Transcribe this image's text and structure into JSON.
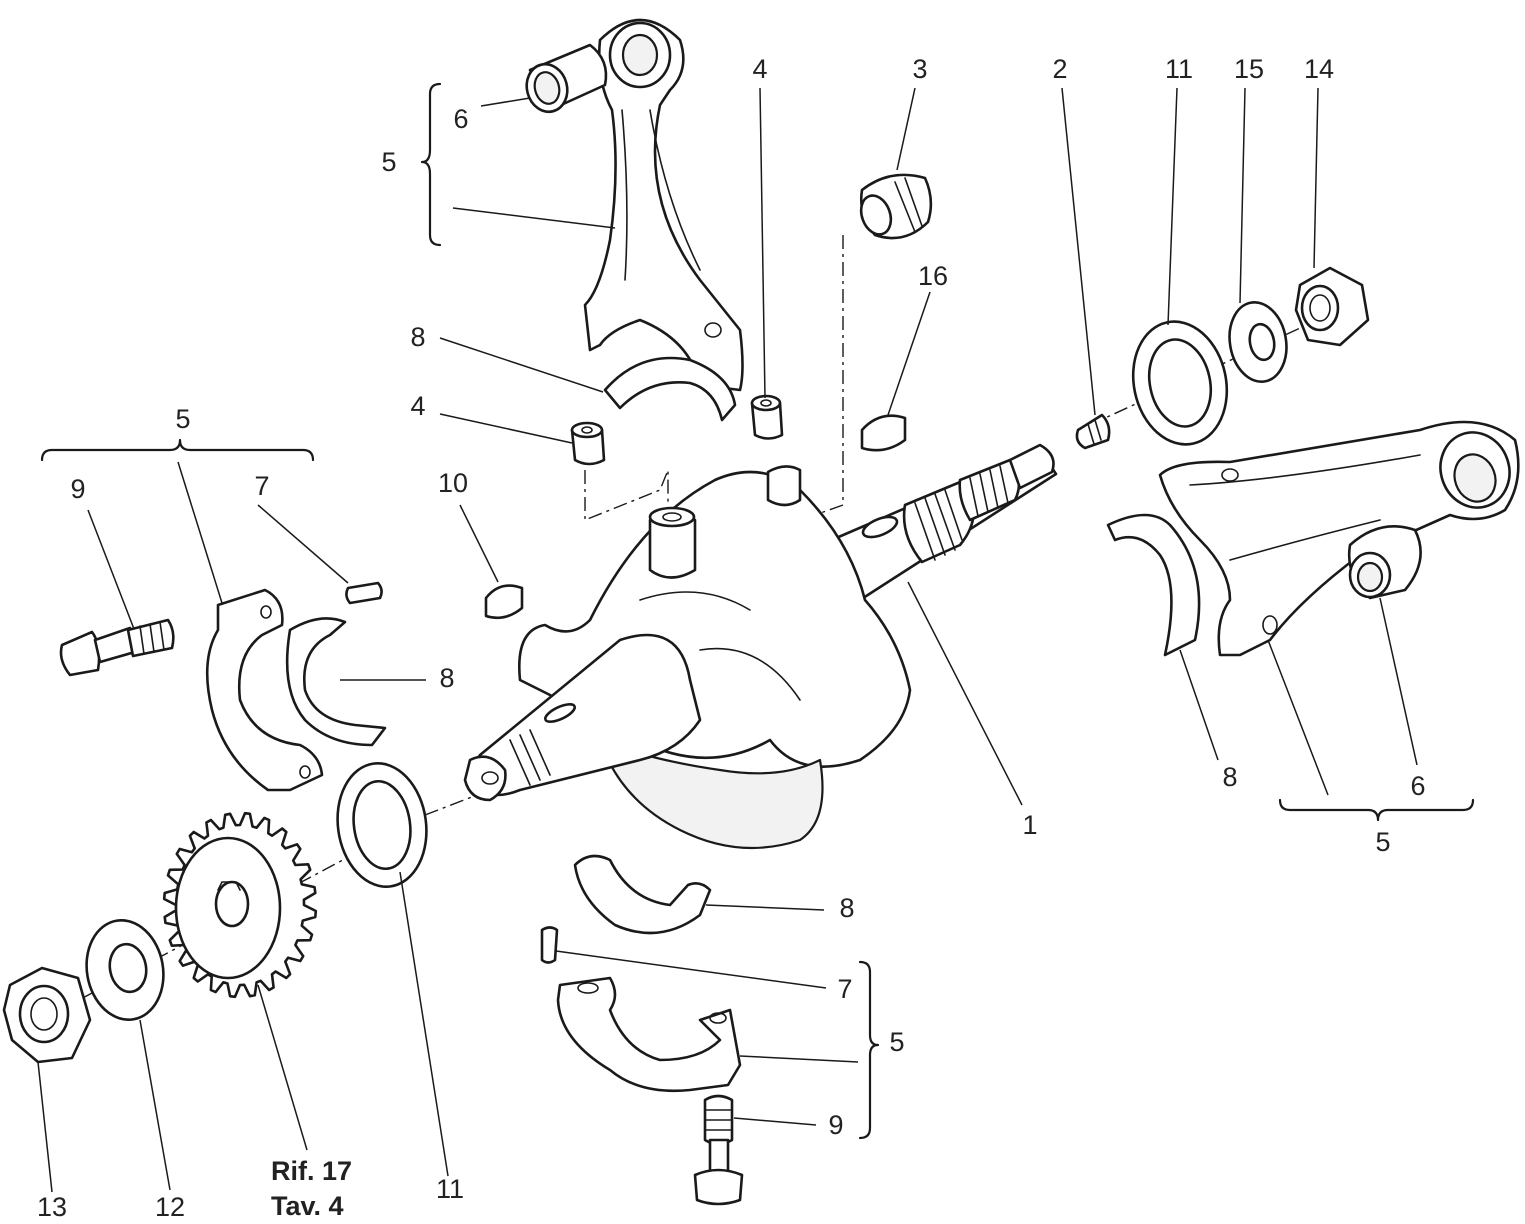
{
  "callouts": {
    "conrod_top_5": "5",
    "conrod_top_6": "6",
    "stud_4a": "4",
    "plug_3": "3",
    "grubscrew_2": "2",
    "washer_right_11": "11",
    "washer_15": "15",
    "nut_14": "14",
    "key_16": "16",
    "bearing_8_top": "8",
    "stud_4b": "4",
    "key_10": "10",
    "left_group_5": "5",
    "bolt_9_left": "9",
    "pin_7_left": "7",
    "bearing_8_left": "8",
    "crankshaft_1": "1",
    "bearing_8_right": "8",
    "bush_6_right": "6",
    "right_group_5": "5",
    "bearing_8_bottom": "8",
    "pin_7_bottom": "7",
    "bottom_group_5": "5",
    "bolt_9_bottom": "9",
    "washer_left_11": "11",
    "nut_13": "13",
    "washer_12": "12"
  },
  "reference": {
    "line1": "Rif. 17",
    "line2": "Tav. 4"
  }
}
